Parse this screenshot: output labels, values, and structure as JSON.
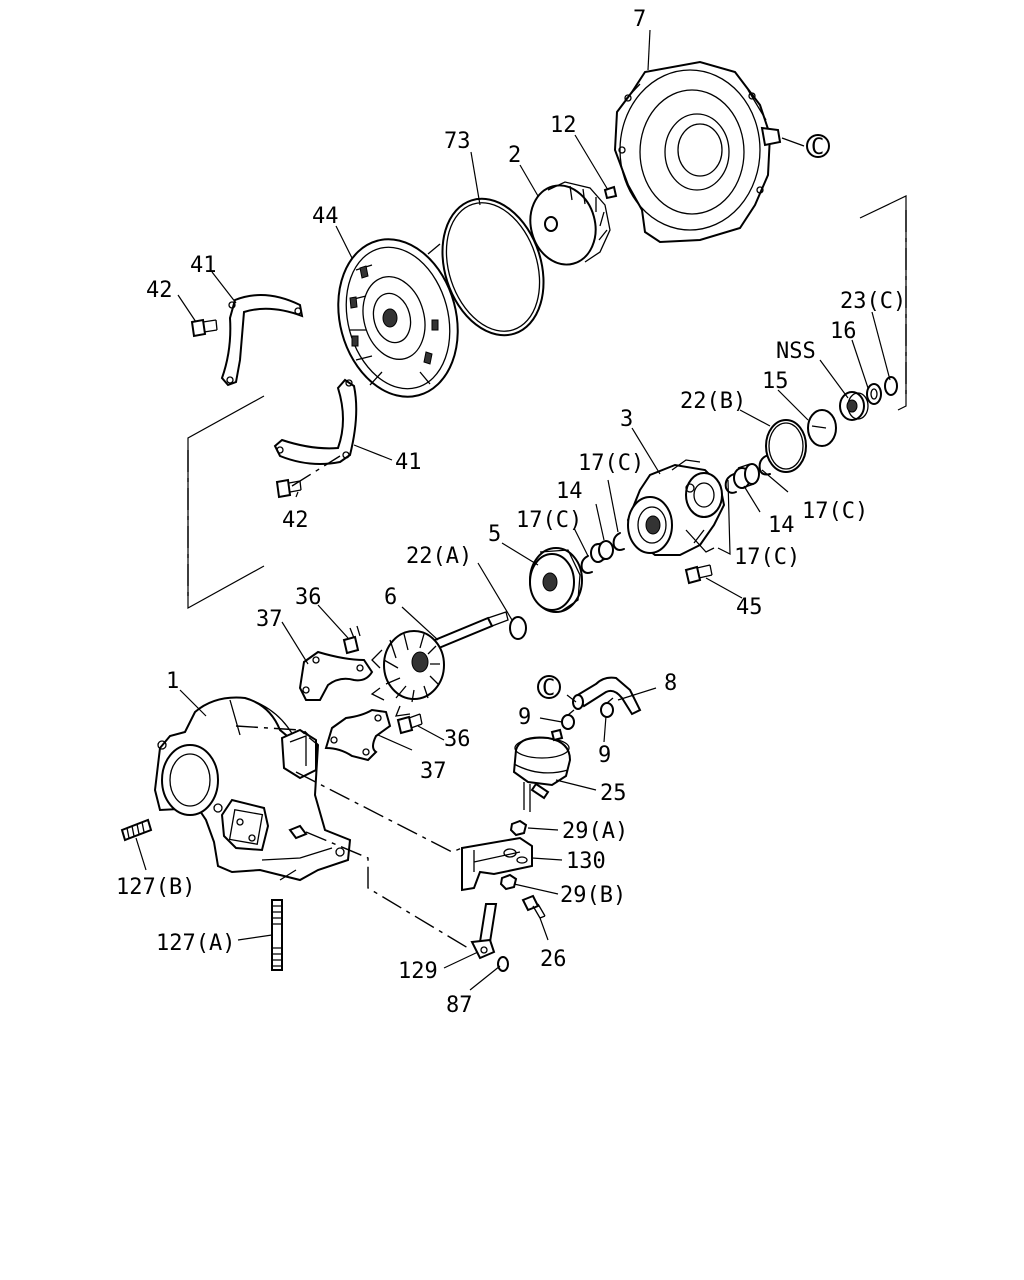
{
  "labels": {
    "l7": "7",
    "l73": "73",
    "l12": "12",
    "l2": "2",
    "l44": "44",
    "l41a": "41",
    "l42a": "42",
    "l41b": "41",
    "l42b": "42",
    "l23c": "23(C)",
    "l16": "16",
    "lnss": "NSS",
    "l15": "15",
    "l22b": "22(B)",
    "l3": "3",
    "l17c_a": "17(C)",
    "l17c_b": "17(C)",
    "l14a": "14",
    "l17c_c": "17(C)",
    "l14b": "14",
    "l17c_d": "17(C)",
    "l5": "5",
    "l22a": "22(A)",
    "l45": "45",
    "l6": "6",
    "l36a": "36",
    "l37a": "37",
    "l8": "8",
    "l9a": "9",
    "l9b": "9",
    "l1": "1",
    "l36b": "36",
    "l37b": "37",
    "l25": "25",
    "l29a": "29(A)",
    "l130": "130",
    "l29b": "29(B)",
    "l127b": "127(B)",
    "l26": "26",
    "l127a": "127(A)",
    "l129": "129",
    "l87": "87",
    "refC1": "C",
    "refC2": "C"
  }
}
